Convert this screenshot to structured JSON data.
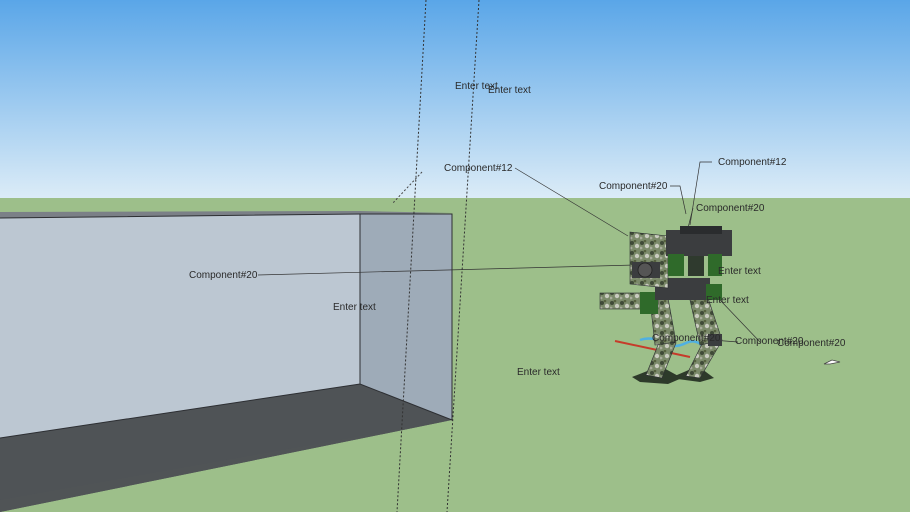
{
  "scene": {
    "colors": {
      "sky_top": "#5aa6e8",
      "sky_bottom": "#dcecf7",
      "ground": "#9dbf8a",
      "wall_front": "#bcc7d2",
      "wall_side": "#9eabb8",
      "wall_shadow": "#4f5356",
      "robot_camo": "#6f7b60",
      "robot_dark": "#3b3d3f",
      "robot_green": "#2f6a2a"
    },
    "labels": {
      "enter_text_top_1": "Enter text",
      "enter_text_top_2": "Enter text",
      "component12_center": "Component#12",
      "component12_right": "Component#12",
      "component20_top": "Component#20",
      "component20_mid_top": "Component#20",
      "component20_left": "Component#20",
      "enter_text_box": "Enter text",
      "enter_text_robot_1": "Enter text",
      "enter_text_robot_2": "Enter text",
      "component20_leg": "Component#20",
      "component20_right_1": "Component#20",
      "component20_right_2": "Component#20",
      "enter_text_ground": "Enter text"
    }
  }
}
